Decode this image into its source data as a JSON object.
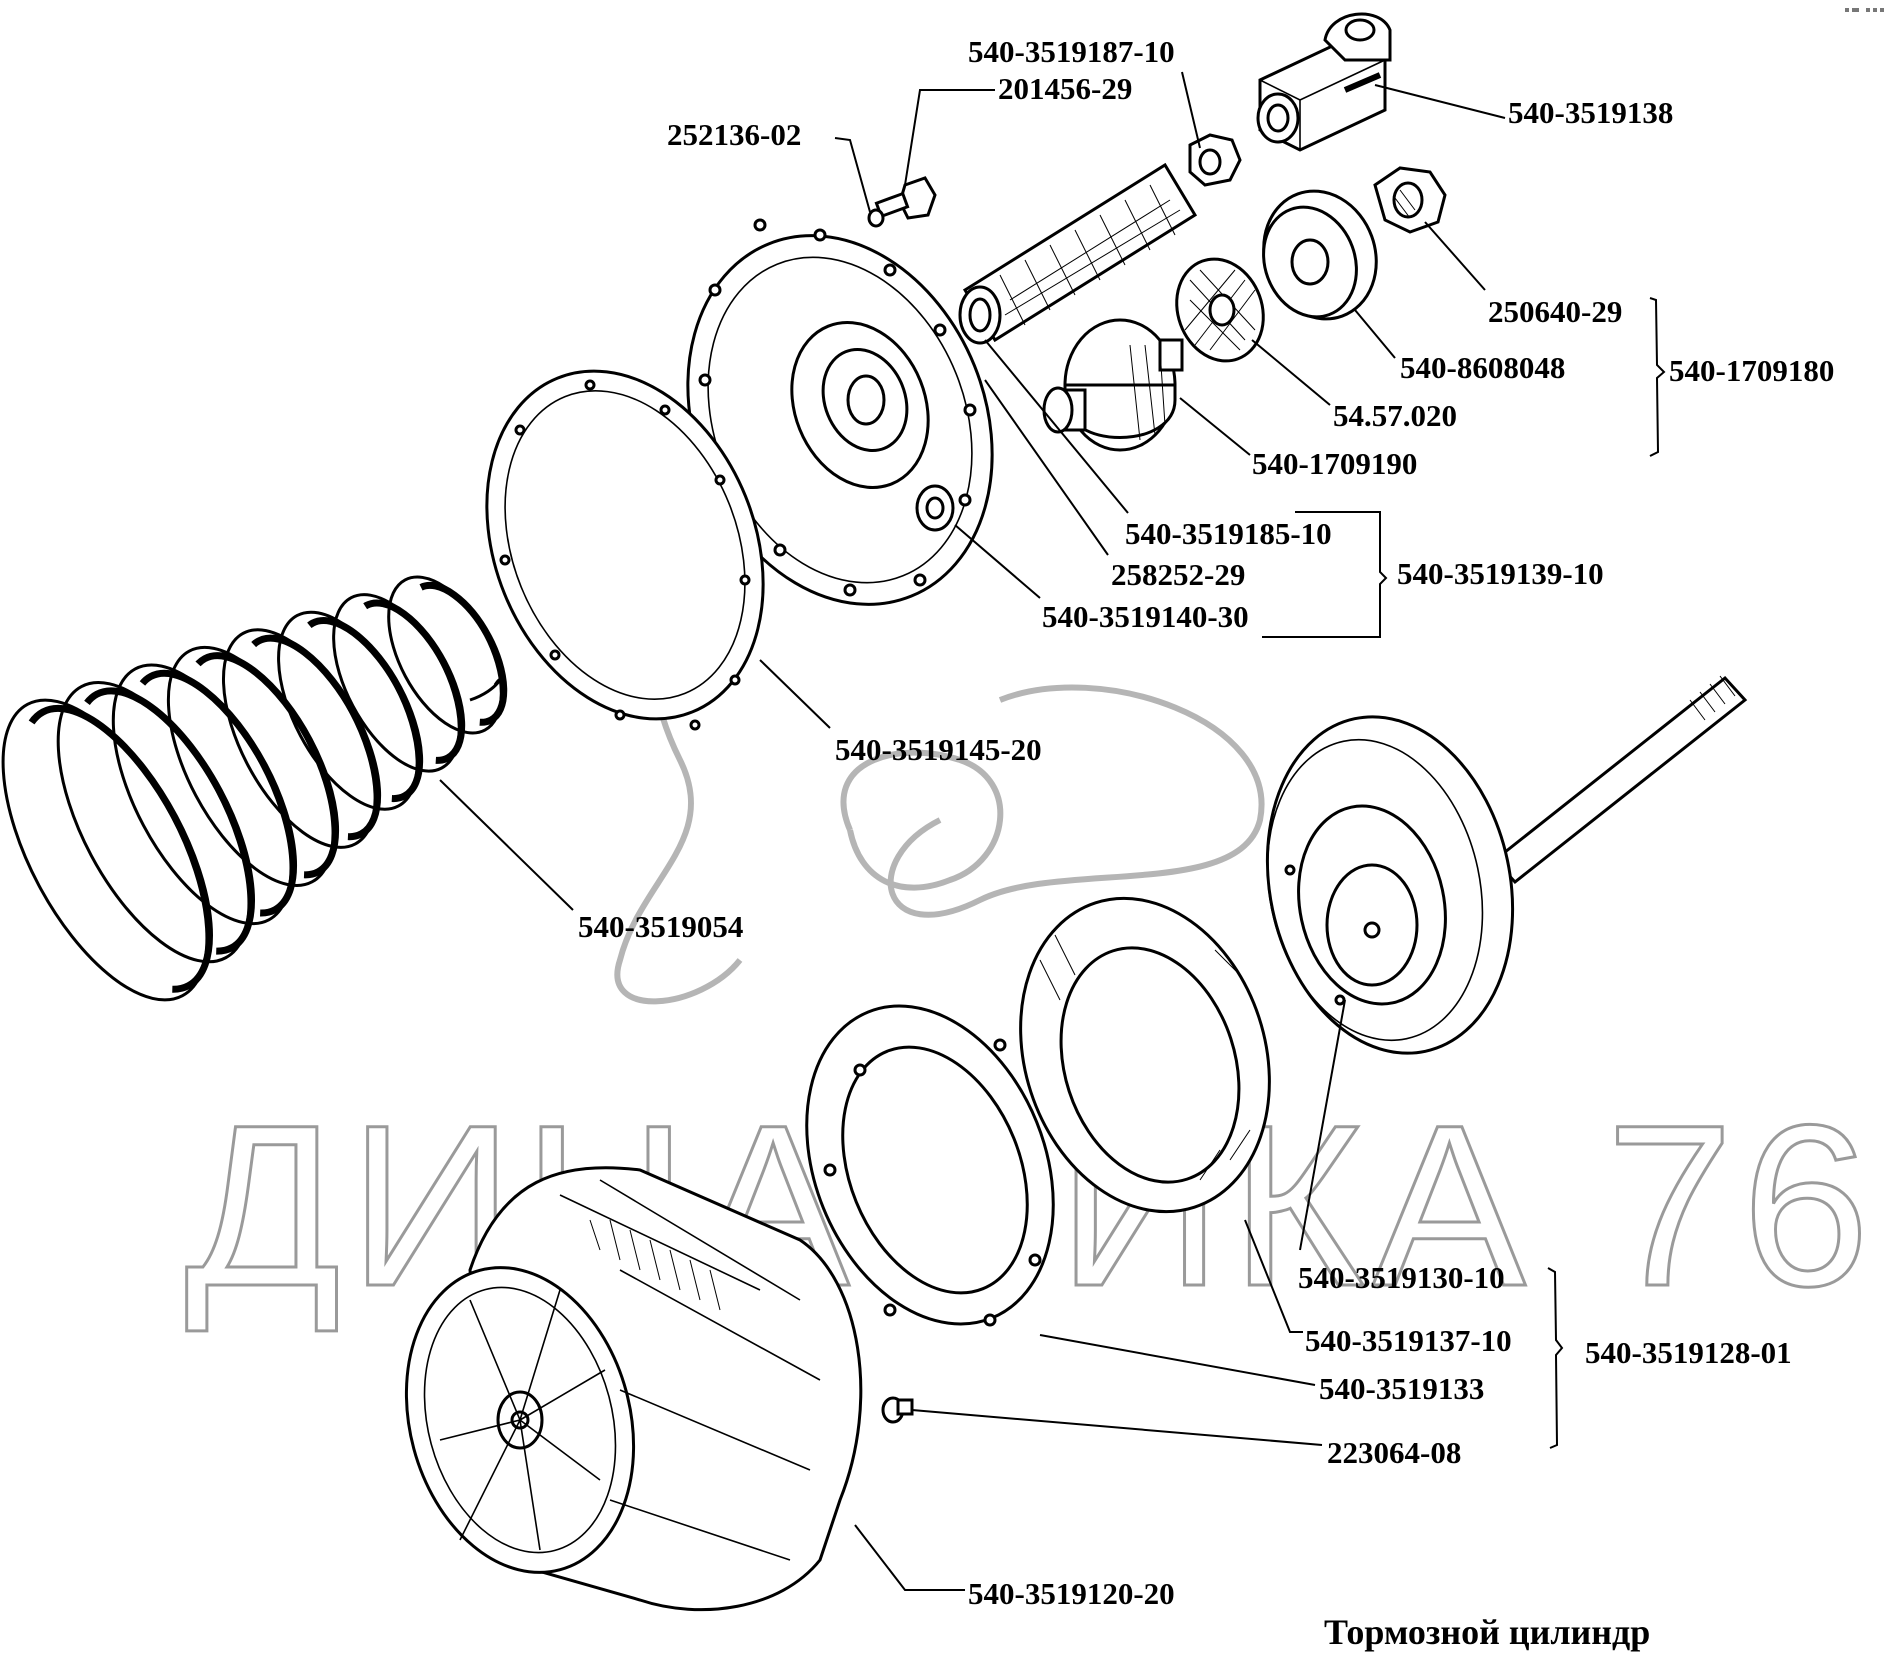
{
  "diagram": {
    "title": "Тормозной цилиндр",
    "watermark": "ДИНАМИКА 76",
    "line_color": "#000000",
    "watermark_color": "#9a9a9a",
    "labels": {
      "p540_3519187_10": "540-3519187-10",
      "p201456_29": "201456-29",
      "p252136_02": "252136-02",
      "p540_3519138": "540-3519138",
      "p250640_29": "250640-29",
      "p540_8608048": "540-8608048",
      "p54_57_020": "54.57.020",
      "p540_1709190": "540-1709190",
      "p540_3519185_10": "540-3519185-10",
      "p258252_29": "258252-29",
      "p540_3519140_30": "540-3519140-30",
      "p540_3519145_20": "540-3519145-20",
      "p540_3519054": "540-3519054",
      "p540_3519130_10": "540-3519130-10",
      "p540_3519137_10": "540-3519137-10",
      "p540_3519133": "540-3519133",
      "p223064_08": "223064-08",
      "p540_3519120_20": "540-3519120-20"
    },
    "assemblies": {
      "a540_1709180": "540-1709180",
      "a540_3519139_10": "540-3519139-10",
      "a540_3519128_01": "540-3519128-01"
    }
  }
}
